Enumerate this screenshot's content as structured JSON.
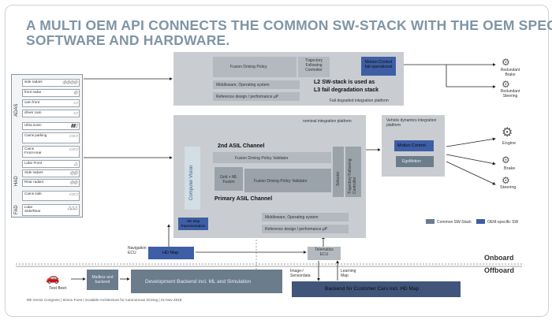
{
  "title": {
    "line1": "A MULTI OEM API CONNECTS THE COMMON SW-STACK WITH THE OEM SPECIFIC",
    "line2": "SOFTWARE AND HARDWARE."
  },
  "colors": {
    "common_sw_stack": "#6b7c8b",
    "oem_specific_sw": "#3e5ea5",
    "platform_bg": "#c9cdd1",
    "backend_dark": "#41557a"
  },
  "sensors": {
    "group_labels": {
      "adas": "ADAS",
      "had": "HAD",
      "fad": "FAD"
    },
    "items": [
      {
        "label": "side radars",
        "icon": "radar-icon"
      },
      {
        "label": "front radar",
        "icon": "radar-icon"
      },
      {
        "label": "cam front",
        "icon": "camera-icon"
      },
      {
        "label": "driver cam",
        "icon": "camera-icon"
      },
      {
        "label": "Ultra sonic",
        "icon": "ultrasonic-icon"
      },
      {
        "label": "Cams parking",
        "icon": "camera-icon"
      },
      {
        "label": "Cams Front+rear",
        "icon": "camera-icon"
      },
      {
        "label": "Lidar Front",
        "icon": "lidar-icon"
      },
      {
        "label": "Side radars",
        "icon": "radar-icon"
      },
      {
        "label": "Rear radars",
        "icon": "radar-icon"
      },
      {
        "label": "Cams side",
        "icon": "camera-icon"
      },
      {
        "label": "Lidar Side/Rear",
        "icon": "lidar-icon"
      }
    ]
  },
  "fail_platform": {
    "fusion_driving_policy": "Fusion    Driving Policy",
    "trajectory": "Trajectory Following Controller",
    "motion_control": "Motion Control fail-operational",
    "middleware": "Middleware, Operating system",
    "reference_design": "Reference design / performance µP",
    "l2_text": "L2 SW-stack is used as",
    "l3_text": "L3 fail degradation stack",
    "platform_label": "Fail degraded integration platform"
  },
  "nominal_platform": {
    "label": "nominal integration platform",
    "computer_vision": "Computer Vision",
    "second_asil": "2nd ASIL Channel",
    "second_row": "Fusion    Driving Policy    Validator",
    "grid_ml_fusion": "Grid + ML Fusion",
    "primary_row": "Fusion    Driving Policy    Validator",
    "primary_asil": "Primary ASIL Channel",
    "selector": "Selector",
    "trajectory": "Trajectory Following Controller",
    "middleware": "Middleware, Operating system",
    "reference_design": "Reference design / performance µP"
  },
  "vehicle_dynamics": {
    "label": "Vehicle dynamics integration platform",
    "motion_control": "Motion Control",
    "egomotion": "EgoMotion"
  },
  "actuators": {
    "redundant_brake": "Redundant Brake",
    "redundant_steering": "Redundant Steering",
    "engine": "Engine",
    "brake": "Brake",
    "steering": "Steering"
  },
  "hd_map_representation": "HD Map Representation",
  "navigation_ecu": "Navigation ECU",
  "hd_map": "HD Map",
  "telematics_ecu": "Telematics ECU",
  "onboard": "Onboard",
  "offboard": "Offboard",
  "test_fleet": "Test fleet",
  "mailbox": "Mailbox and backend",
  "development_backend": "Development Backend incl. ML and Simulation",
  "image_sensordata": "Image-/ Sensordata",
  "learning_map": "Learning Map",
  "backend_customer": "Backend for Customer Cars incl. HD Map",
  "legend": {
    "common": "Common SW-Stack",
    "oem": "OEM-specific SW"
  },
  "footer": "9th Vector Congress | Simon Furst | Scalable Architecture for Autonomous Driving | 21-Nov-2018"
}
